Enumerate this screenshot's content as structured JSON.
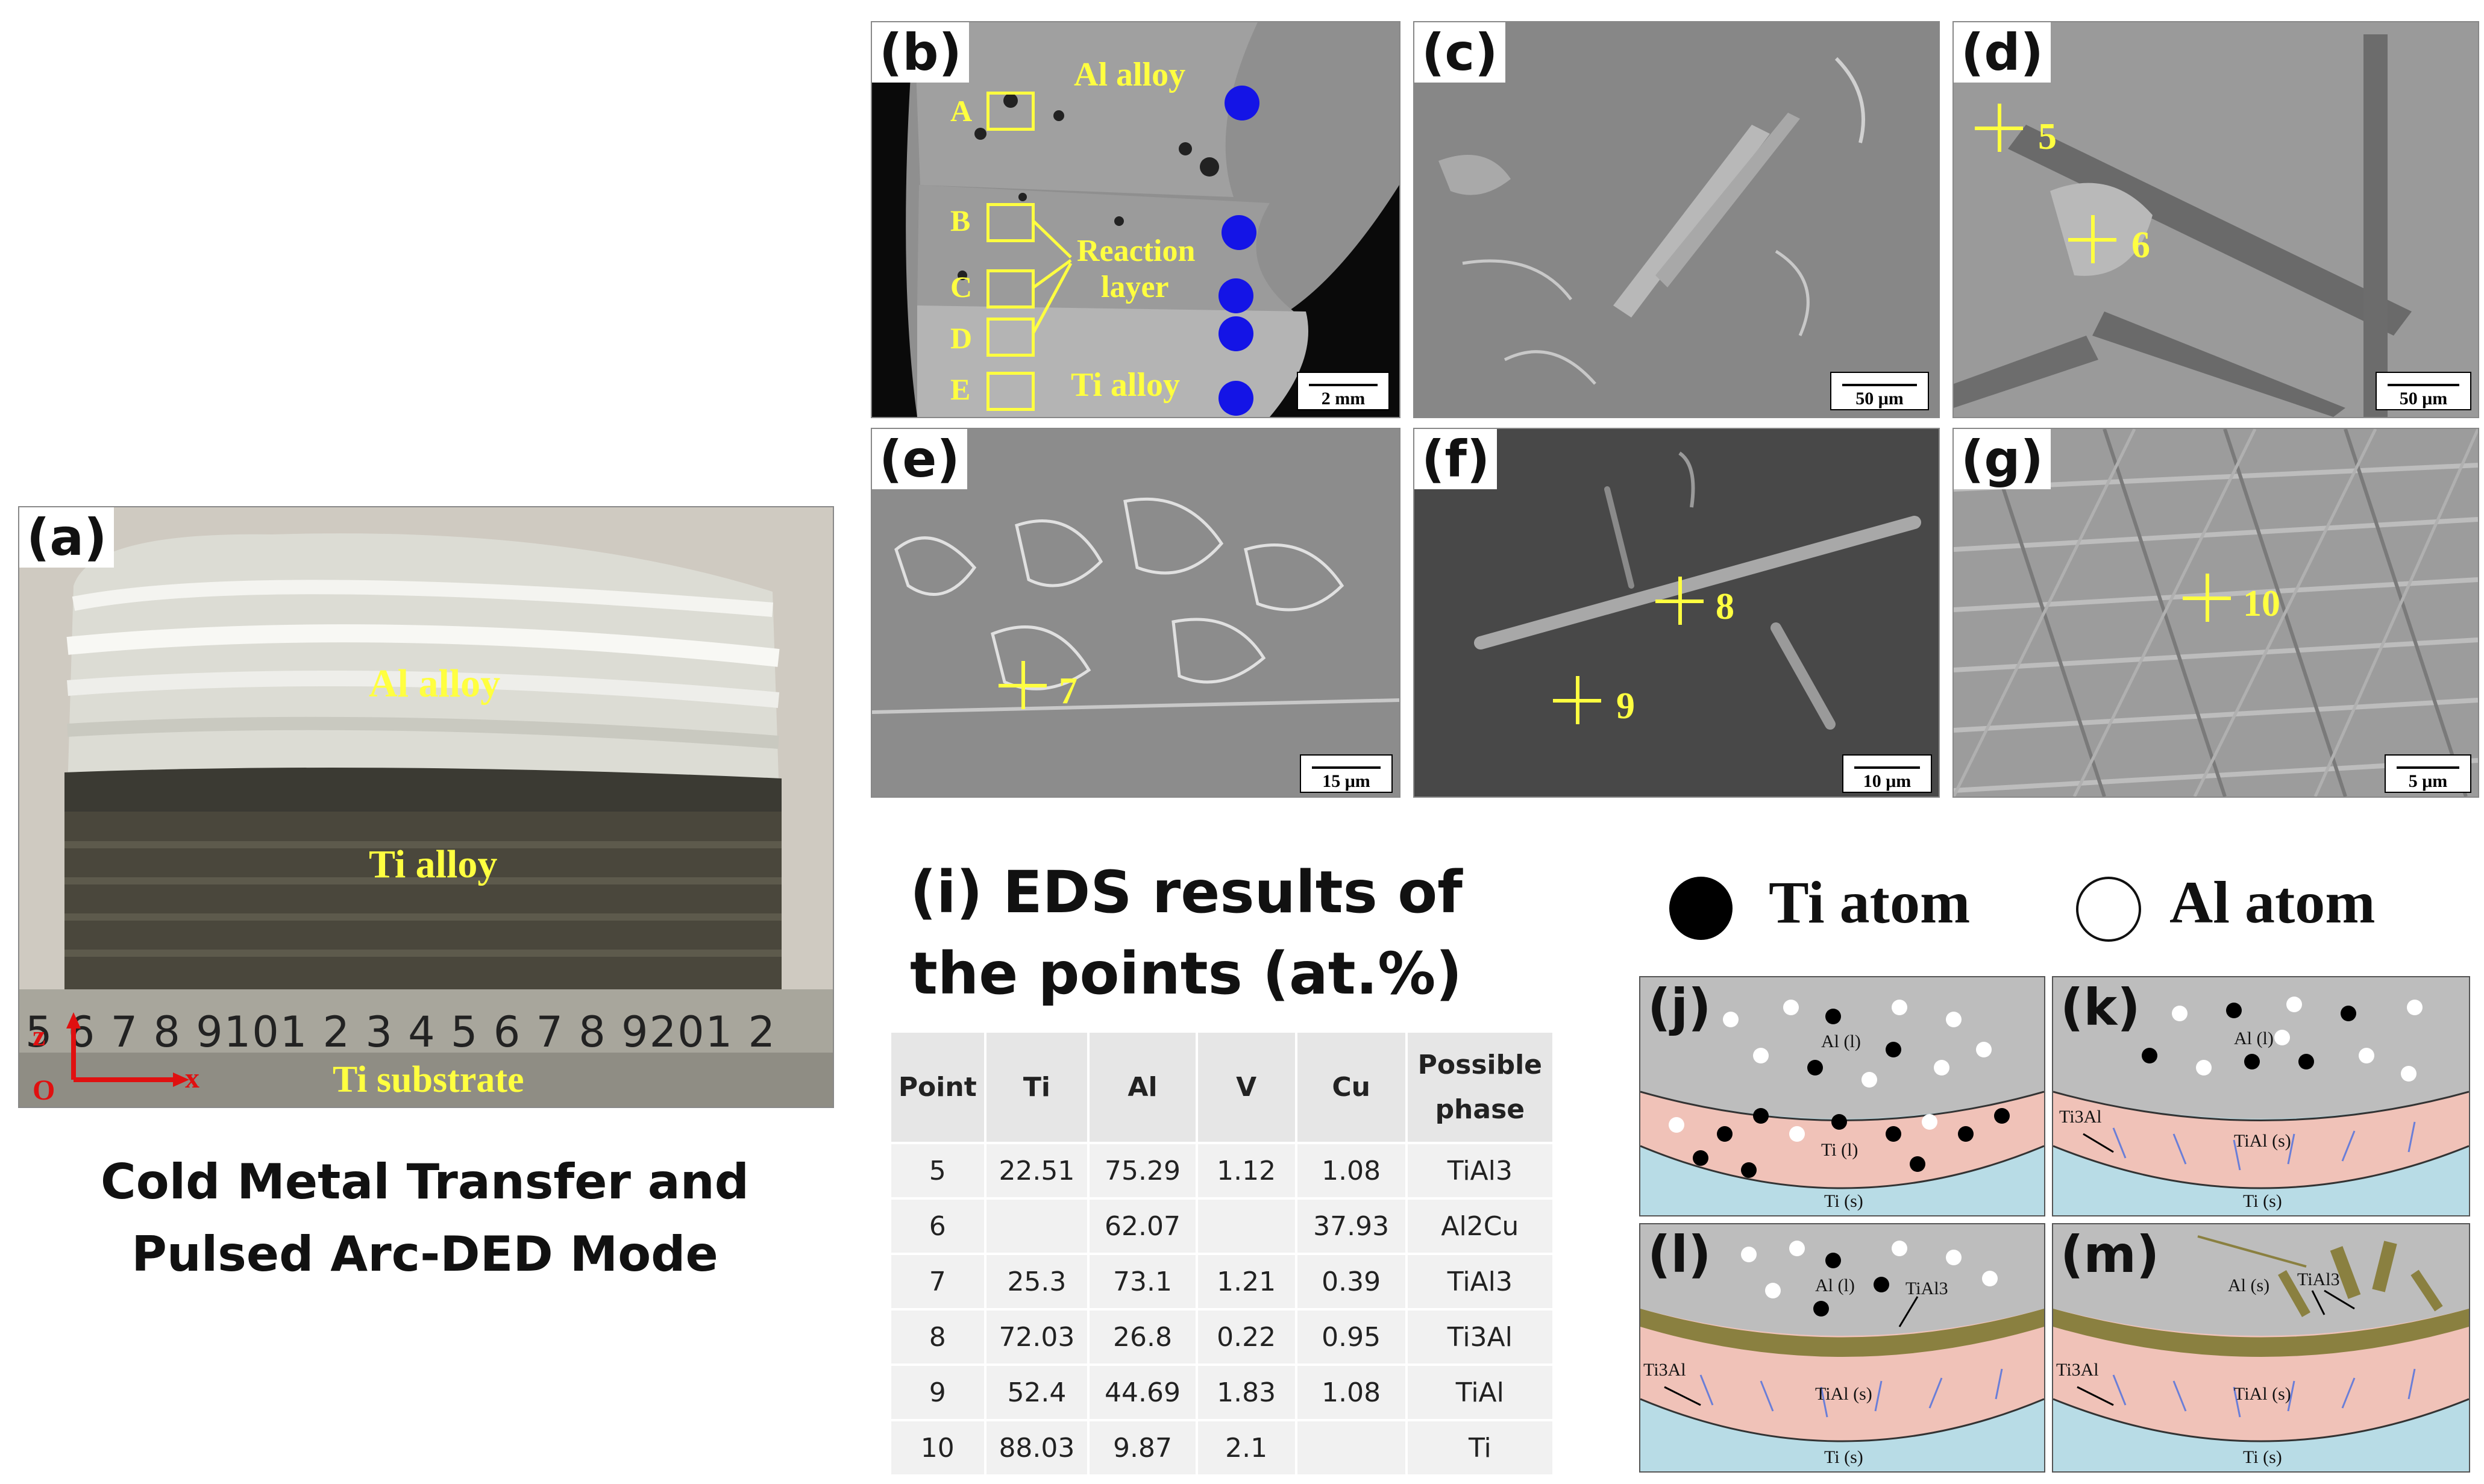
{
  "panel_a": {
    "label": "(a)",
    "al_alloy": "Al alloy",
    "ti_alloy": "Ti alloy",
    "ti_substrate": "Ti substrate",
    "ruler_numbers": "5 6 7 8 9101 2 3 4 5 6 7 8 9201 2",
    "axis_z": "z",
    "axis_x": "x",
    "axis_o": "O"
  },
  "caption": {
    "line1": "Cold Metal Transfer and",
    "line2": "Pulsed Arc-DED Mode"
  },
  "panel_b": {
    "label": "(b)",
    "al_alloy": "Al alloy",
    "reaction": "Reaction",
    "layer": "layer",
    "ti_alloy": "Ti alloy",
    "boxes": [
      "A",
      "B",
      "C",
      "D",
      "E"
    ],
    "scale": "2 mm"
  },
  "panel_c": {
    "label": "(c)",
    "scale": "50 μm"
  },
  "panel_d": {
    "label": "(d)",
    "scale": "50 μm",
    "points": [
      "5",
      "6"
    ]
  },
  "panel_e": {
    "label": "(e)",
    "scale": "15 μm",
    "points": [
      "7"
    ]
  },
  "panel_f": {
    "label": "(f)",
    "scale": "10 μm",
    "points": [
      "8",
      "9"
    ]
  },
  "panel_g": {
    "label": "(g)",
    "scale": "5 μm",
    "points": [
      "10"
    ]
  },
  "eds": {
    "title_line1": "(i) EDS results of",
    "title_line2": "the points (at.%)",
    "headers": [
      "Point",
      "Ti",
      "Al",
      "V",
      "Cu",
      "Possible\nphase"
    ],
    "rows": [
      [
        "5",
        "22.51",
        "75.29",
        "1.12",
        "1.08",
        "TiAl3"
      ],
      [
        "6",
        "",
        "62.07",
        "",
        "37.93",
        "Al2Cu"
      ],
      [
        "7",
        "25.3",
        "73.1",
        "1.21",
        "0.39",
        "TiAl3"
      ],
      [
        "8",
        "72.03",
        "26.8",
        "0.22",
        "0.95",
        "Ti3Al"
      ],
      [
        "9",
        "52.4",
        "44.69",
        "1.83",
        "1.08",
        "TiAl"
      ],
      [
        "10",
        "88.03",
        "9.87",
        "2.1",
        "",
        "Ti"
      ]
    ]
  },
  "legend": {
    "ti": "Ti atom",
    "al": "Al atom"
  },
  "schematic": {
    "j": {
      "label": "(j)",
      "top": "Al (l)",
      "mid": "Ti (l)",
      "bottom": "Ti (s)"
    },
    "k": {
      "label": "(k)",
      "top": "Al (l)",
      "mid": "TiAl (s)",
      "bottom": "Ti (s)",
      "arrow": "Ti3Al"
    },
    "l": {
      "label": "(l)",
      "top": "Al (l)",
      "mid": "TiAl (s)",
      "bottom": "Ti (s)",
      "arrow": "Ti3Al",
      "arrow2": "TiAl3"
    },
    "m": {
      "label": "(m)",
      "top": "Al (s)",
      "mid": "TiAl (s)",
      "bottom": "Ti (s)",
      "arrow": "Ti3Al",
      "arrow2": "TiAl3"
    }
  }
}
